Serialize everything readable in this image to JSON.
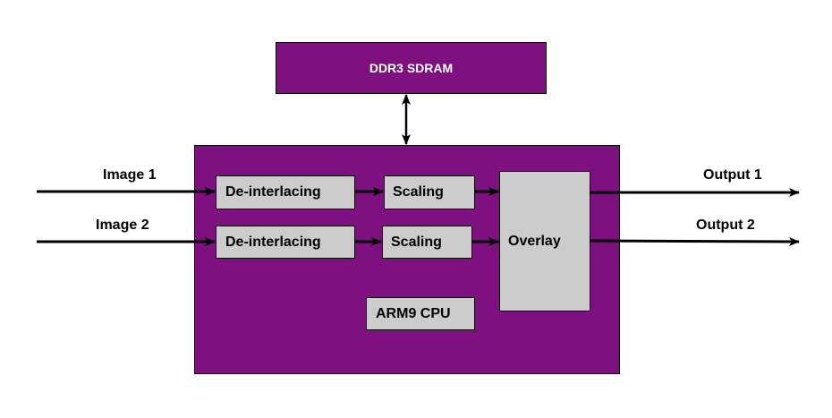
{
  "colors": {
    "container": "#7e1080",
    "block": "#cccccc",
    "wire": "#000000"
  },
  "memory": {
    "label": "DDR3 SDRAM"
  },
  "soc": {
    "blocks": {
      "deinterlace_1": "De-interlacing",
      "deinterlace_2": "De-interlacing",
      "scaling_1": "Scaling",
      "scaling_2": "Scaling",
      "overlay": "Overlay",
      "cpu": "ARM9 CPU"
    }
  },
  "inputs": [
    "Image 1",
    "Image 2"
  ],
  "outputs": [
    "Output 1",
    "Output 2"
  ],
  "connections": [
    {
      "from": "DDR3 SDRAM",
      "to": "SoC",
      "bidirectional": true
    },
    {
      "from": "Image 1",
      "to": "De-interlacing 1"
    },
    {
      "from": "Image 2",
      "to": "De-interlacing 2"
    },
    {
      "from": "De-interlacing 1",
      "to": "Scaling 1"
    },
    {
      "from": "De-interlacing 2",
      "to": "Scaling 2"
    },
    {
      "from": "Scaling 1",
      "to": "Overlay"
    },
    {
      "from": "Scaling 2",
      "to": "Overlay"
    },
    {
      "from": "Overlay",
      "to": "Output 1"
    },
    {
      "from": "Overlay",
      "to": "Output 2"
    }
  ]
}
